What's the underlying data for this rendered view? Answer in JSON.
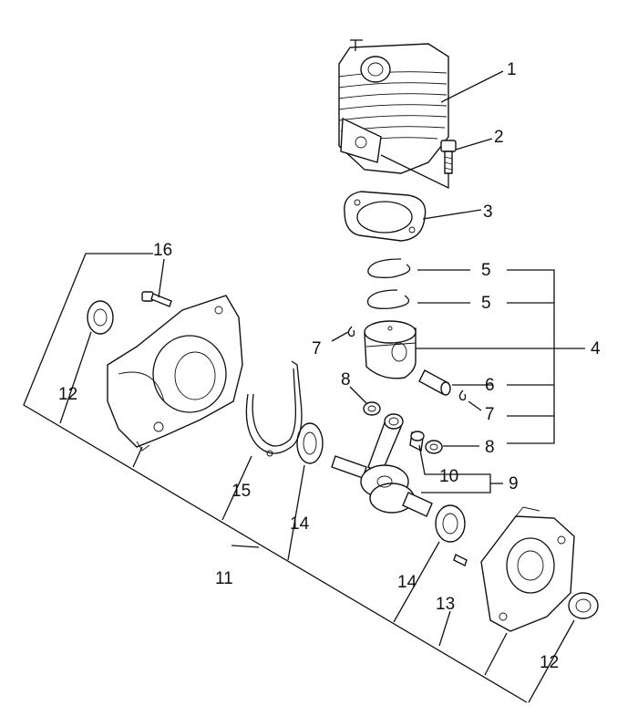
{
  "callouts": {
    "c1": "1",
    "c2": "2",
    "c3": "3",
    "c4": "4",
    "c5a": "5",
    "c5b": "5",
    "c6": "6",
    "c7a": "7",
    "c7b": "7",
    "c8a": "8",
    "c8b": "8",
    "c9": "9",
    "c10": "10",
    "c11": "11",
    "c12a": "12",
    "c12b": "12",
    "c13": "13",
    "c14a": "14",
    "c14b": "14",
    "c15": "15",
    "c16": "16"
  }
}
